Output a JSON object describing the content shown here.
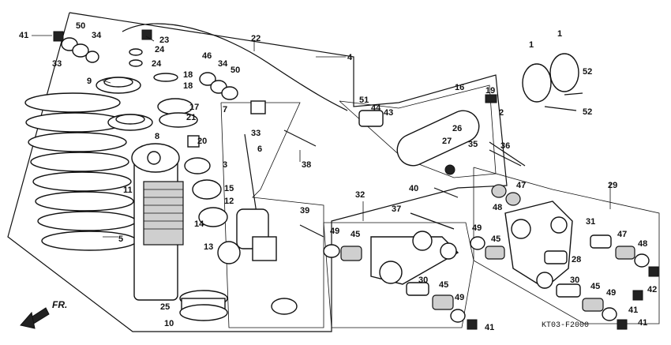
{
  "labels": [
    {
      "text": "41"
    },
    {
      "text": "33"
    },
    {
      "text": "50"
    },
    {
      "text": "34"
    },
    {
      "text": "23"
    },
    {
      "text": "24"
    },
    {
      "text": "24"
    },
    {
      "text": "9"
    },
    {
      "text": "22"
    },
    {
      "text": "4"
    },
    {
      "text": "46"
    },
    {
      "text": "34"
    },
    {
      "text": "50"
    },
    {
      "text": "18"
    },
    {
      "text": "18"
    },
    {
      "text": "17"
    },
    {
      "text": "21"
    },
    {
      "text": "7"
    },
    {
      "text": "8"
    },
    {
      "text": "33"
    },
    {
      "text": "6"
    },
    {
      "text": "20"
    },
    {
      "text": "3"
    },
    {
      "text": "11"
    },
    {
      "text": "15"
    },
    {
      "text": "12"
    },
    {
      "text": "14"
    },
    {
      "text": "13"
    },
    {
      "text": "5"
    },
    {
      "text": "25"
    },
    {
      "text": "10"
    },
    {
      "text": "38"
    },
    {
      "text": "51"
    },
    {
      "text": "44"
    },
    {
      "text": "43"
    },
    {
      "text": "16"
    },
    {
      "text": "19"
    },
    {
      "text": "2"
    },
    {
      "text": "26"
    },
    {
      "text": "27"
    },
    {
      "text": "35"
    },
    {
      "text": "36"
    },
    {
      "text": "40"
    },
    {
      "text": "1"
    },
    {
      "text": "1"
    },
    {
      "text": "52"
    },
    {
      "text": "52"
    },
    {
      "text": "32"
    },
    {
      "text": "37"
    },
    {
      "text": "39"
    },
    {
      "text": "49"
    },
    {
      "text": "45"
    },
    {
      "text": "30"
    },
    {
      "text": "45"
    },
    {
      "text": "49"
    },
    {
      "text": "41"
    },
    {
      "text": "29"
    },
    {
      "text": "47"
    },
    {
      "text": "48"
    },
    {
      "text": "49"
    },
    {
      "text": "45"
    },
    {
      "text": "31"
    },
    {
      "text": "47"
    },
    {
      "text": "48"
    },
    {
      "text": "28"
    },
    {
      "text": "42"
    },
    {
      "text": "30"
    },
    {
      "text": "45"
    },
    {
      "text": "49"
    },
    {
      "text": "41"
    },
    {
      "text": "41"
    }
  ],
  "direction_marker": "FR.",
  "diagram_code": "KT03-F2000"
}
